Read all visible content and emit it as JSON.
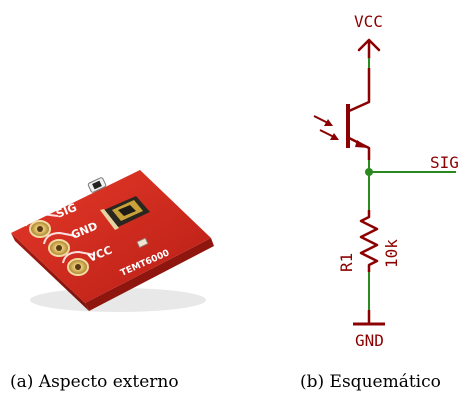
{
  "photo": {
    "silkscreen": {
      "sig": "SIG",
      "gnd": "GND",
      "vcc": "VCC",
      "part": "TEMT6000"
    }
  },
  "schematic": {
    "vcc_label": "VCC",
    "sig_label": "SIG",
    "gnd_label": "GND",
    "resistor_name": "R1",
    "resistor_value": "10k",
    "colors": {
      "wire": "#2a8a1f",
      "symbol": "#8b0000",
      "junction": "#2a8a1f"
    }
  },
  "captions": {
    "a": "(a) Aspecto externo",
    "b": "(b) Esquemático"
  }
}
